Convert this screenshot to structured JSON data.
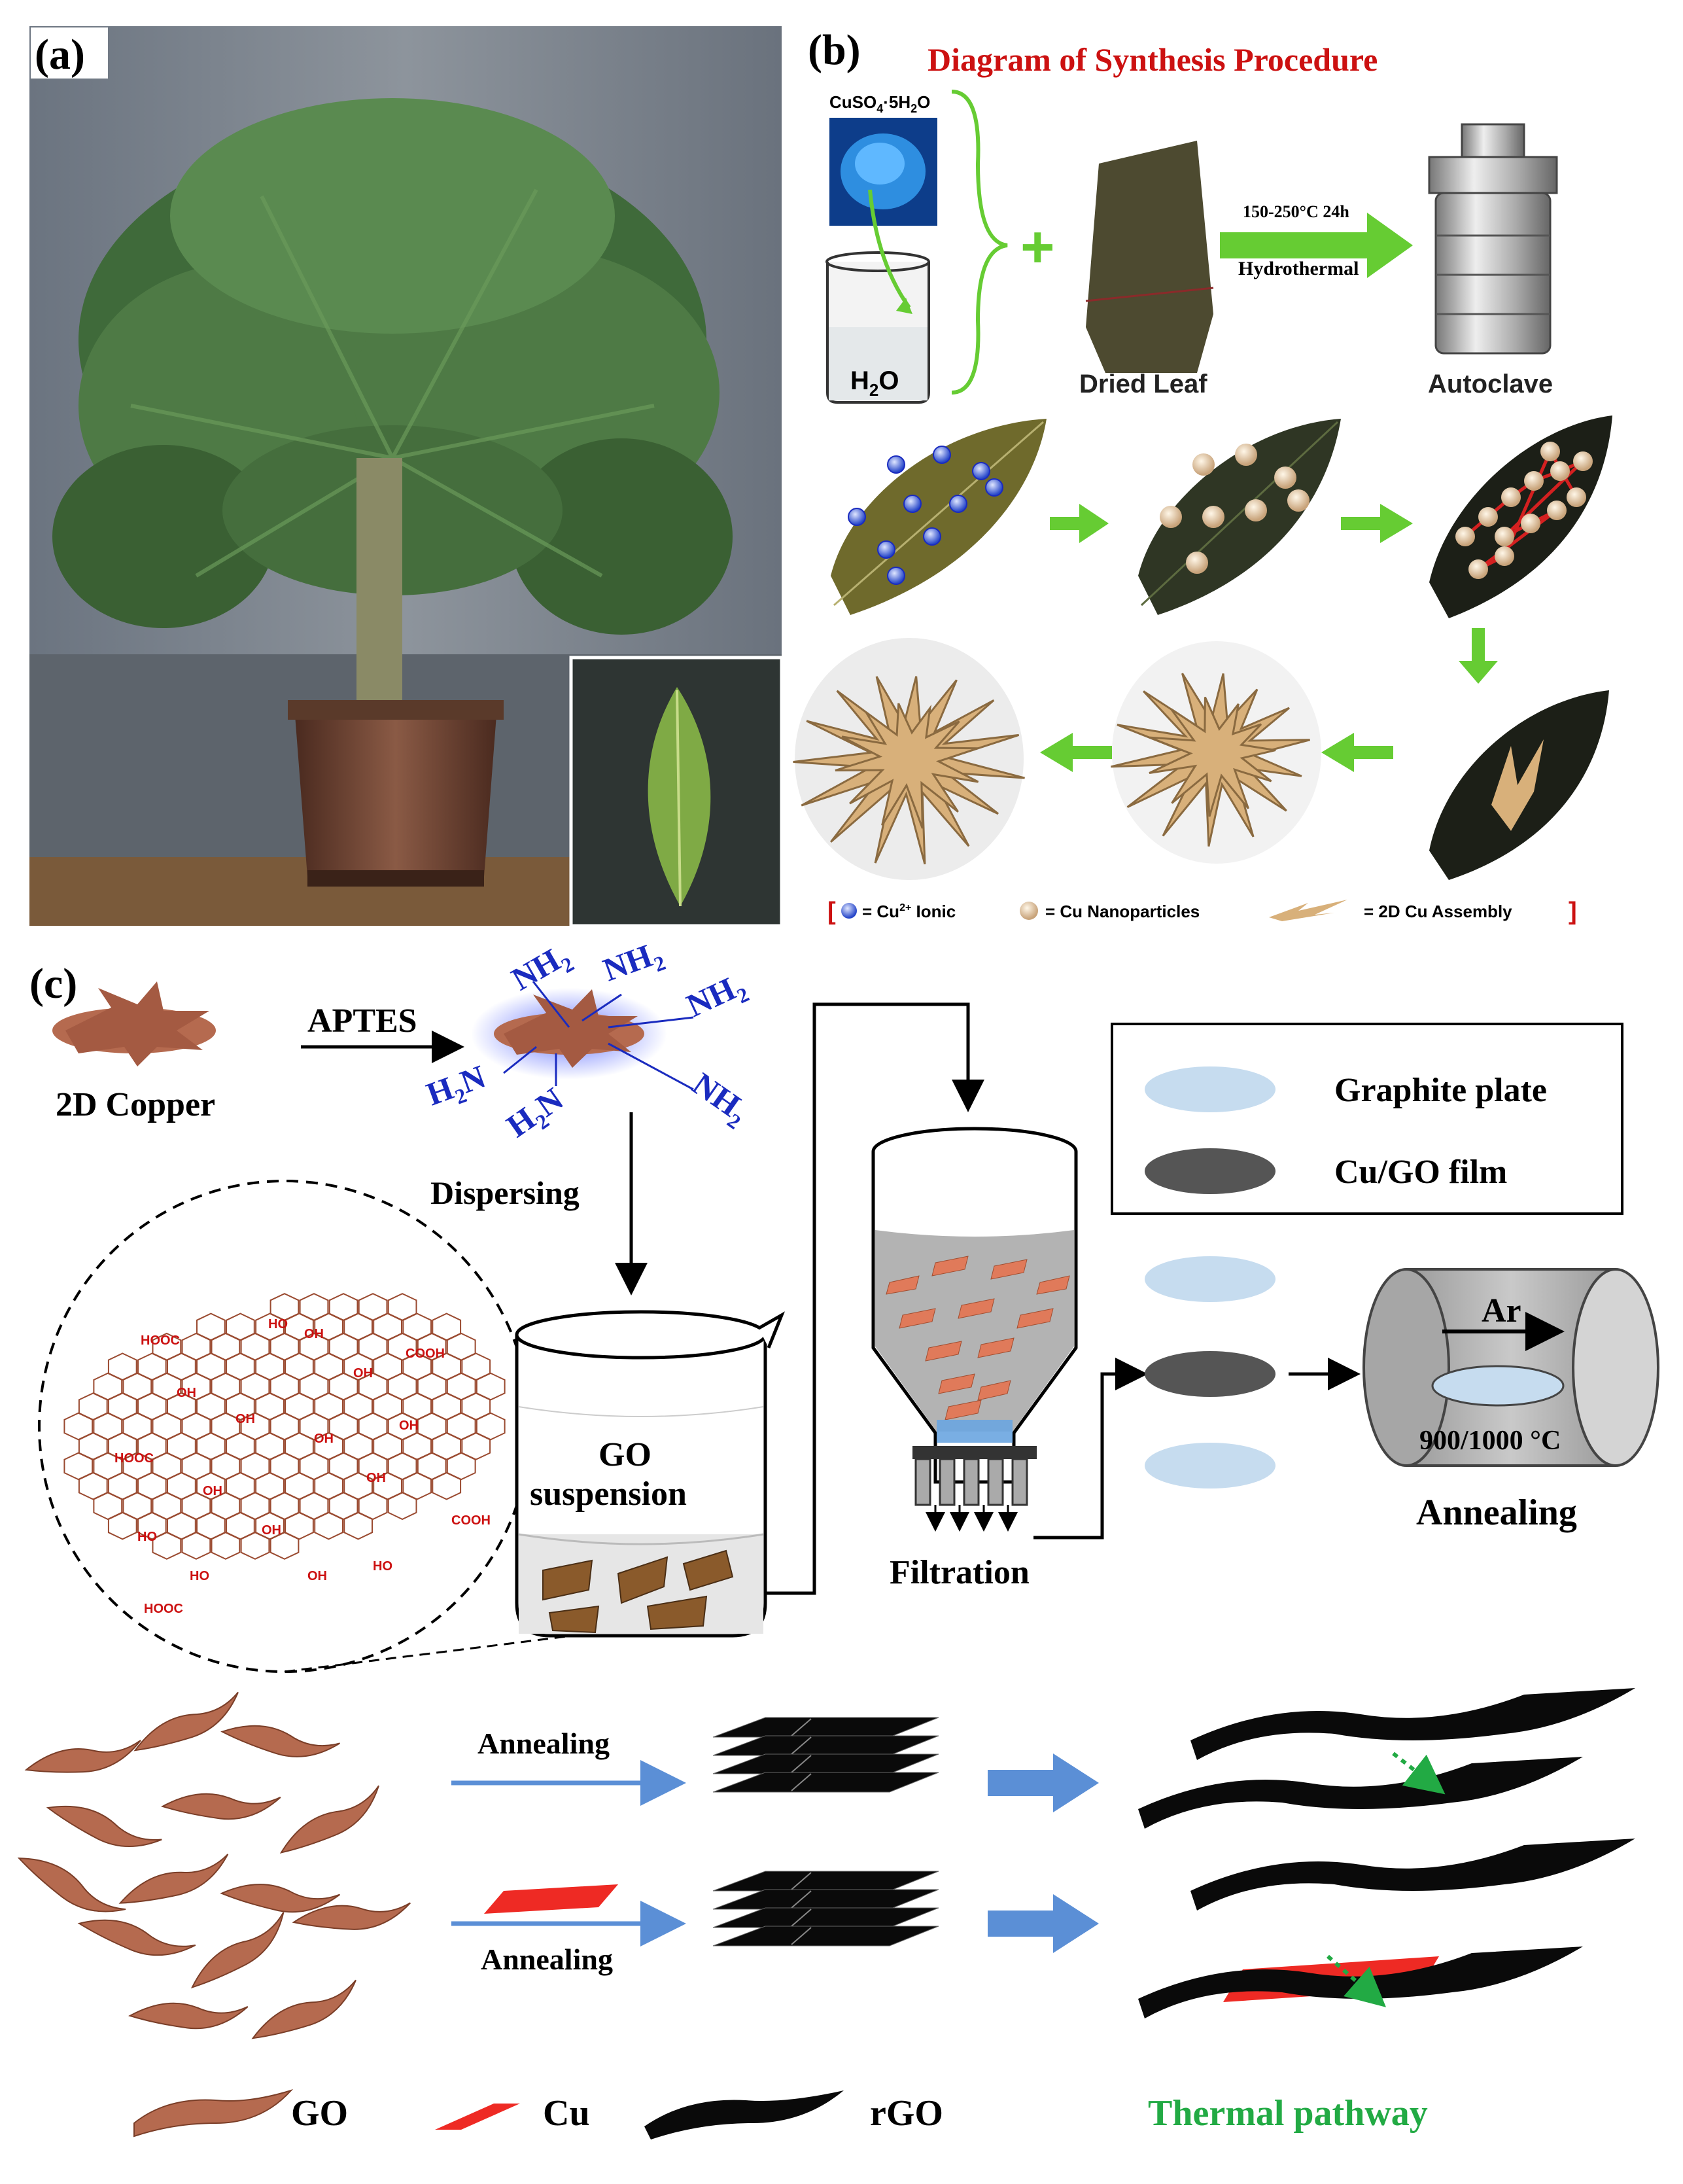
{
  "panel_a": {
    "label": "(a)"
  },
  "panel_b": {
    "label": "(b)",
    "title": "Diagram of Synthesis Procedure",
    "reagent": {
      "formula_base": "CuSO",
      "formula_sub": "4",
      "formula_tail": "·5H",
      "formula_sub2": "2",
      "formula_end": "O"
    },
    "water": {
      "base": "H",
      "sub": "2",
      "tail": "O"
    },
    "plus": "+",
    "dried_leaf_label": "Dried Leaf",
    "condition_label": "150-250°C  24h",
    "process_label": "Hydrothermal",
    "autoclave_label": "Autoclave",
    "legend": {
      "bracket_open": "[",
      "bracket_close": "]",
      "cu_ion_prefix": "= Cu",
      "cu_ion_sup": "2+",
      "cu_ion_suffix": " Ionic",
      "cu_np": "=  Cu Nanoparticles",
      "cu_assembly": "=  2D Cu Assembly"
    }
  },
  "panel_c": {
    "label": "(c)",
    "copper_label": "2D Copper",
    "aptes_label": "APTES",
    "amine_groups": [
      "NH",
      "NH",
      "NH",
      "NH"
    ],
    "amine_sub": "2",
    "h2n_labels": [
      "H",
      "H"
    ],
    "h2n_tail": "N",
    "dispersing_label": "Dispersing",
    "go_suspension_line1": "GO",
    "go_suspension_line2": "suspension",
    "filtration_label": "Filtration",
    "annealing_label": "Annealing",
    "ar_label": "Ar",
    "temperature_label": "900/1000 °C",
    "legend_graphite": "Graphite plate",
    "legend_film": "Cu/GO film",
    "go_groups": [
      "HOOC",
      "COOH",
      "HOOC",
      "COOH",
      "HOOC",
      "OH",
      "OH",
      "OH",
      "OH",
      "OH",
      "OH",
      "OH",
      "OH",
      "OH",
      "OH",
      "HO",
      "HO",
      "HO",
      "HO"
    ],
    "annealing_top": "Annealing",
    "annealing_bottom": "Annealing"
  },
  "bottom_legend": {
    "go": "GO",
    "cu": "Cu",
    "rgo": "rGO",
    "thermal": "Thermal pathway"
  },
  "colors": {
    "title_red": "#cc1111",
    "arrow_green": "#66cc33",
    "amine_blue": "#1a2bbf",
    "go_brown": "#b5684b",
    "cu_red": "#ee2a24",
    "thermal_green": "#22aa44",
    "graphite_blue": "#c6dcef",
    "film_gray": "#555555",
    "arrow_blue": "#5b8fd6"
  }
}
